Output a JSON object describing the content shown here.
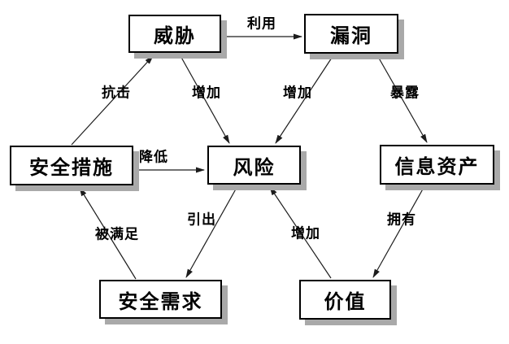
{
  "diagram": {
    "description": "Information security risk relationship diagram",
    "colors": {
      "background": "#ffffff",
      "node_fill": "#ffffff",
      "node_border": "#000000",
      "node_shadow": "#a9a9a9",
      "line": "#1c1c1c",
      "text": "#000000"
    },
    "nodes": [
      {
        "id": "threat",
        "label": "威胁"
      },
      {
        "id": "vulnerability",
        "label": "漏洞"
      },
      {
        "id": "security-measures",
        "label": "安全措施"
      },
      {
        "id": "risk",
        "label": "风险"
      },
      {
        "id": "information-assets",
        "label": "信息资产"
      },
      {
        "id": "security-requirements",
        "label": "安全需求"
      },
      {
        "id": "value",
        "label": "价值"
      }
    ],
    "edges": [
      {
        "from": "威胁",
        "to": "漏洞",
        "label": "利用"
      },
      {
        "from": "安全措施",
        "to": "威胁",
        "label": "抗击"
      },
      {
        "from": "威胁",
        "to": "风险",
        "label": "增加"
      },
      {
        "from": "漏洞",
        "to": "风险",
        "label": "增加"
      },
      {
        "from": "漏洞",
        "to": "信息资产",
        "label": "暴露"
      },
      {
        "from": "安全措施",
        "to": "风险",
        "label": "降低"
      },
      {
        "from": "安全需求",
        "to": "安全措施",
        "label": "被满足"
      },
      {
        "from": "风险",
        "to": "安全需求",
        "label": "引出"
      },
      {
        "from": "价值",
        "to": "风险",
        "label": "增加"
      },
      {
        "from": "信息资产",
        "to": "价值",
        "label": "拥有"
      }
    ]
  }
}
